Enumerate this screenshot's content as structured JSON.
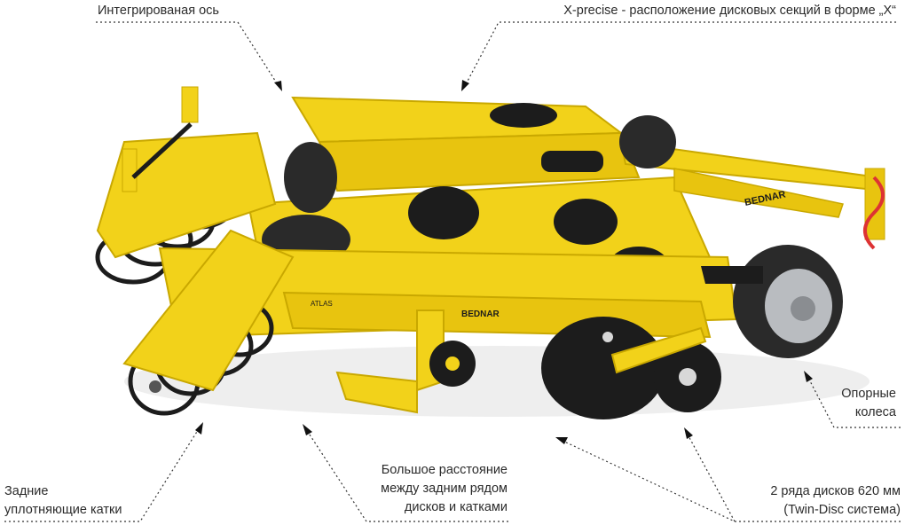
{
  "callouts": {
    "axle": "Интегрированая ось",
    "xprecise": "X-precise - расположение дисковых секций в форме „X“",
    "wheels_line1": "Опорные",
    "wheels_line2": "колеса",
    "rollers_line1": "Задние",
    "rollers_line2": "уплотняющие катки",
    "distance_line1": "Большое расстояние",
    "distance_line2": "между задним рядом",
    "distance_line3": "дисков и катками",
    "discs_line1": "2 ряда дисков 620 мм",
    "discs_line2": "(Twin-Disc система)"
  },
  "machine": {
    "brand_front": "BEDNAR",
    "brand_rear": "BEDNAR",
    "model": "ATLAS"
  },
  "colors": {
    "frame": "#f2d21a",
    "frame_shadow": "#c9a800",
    "steel": "#1c1c1c",
    "tyre": "#2a2a2a",
    "rim": "#b9bcc0"
  }
}
